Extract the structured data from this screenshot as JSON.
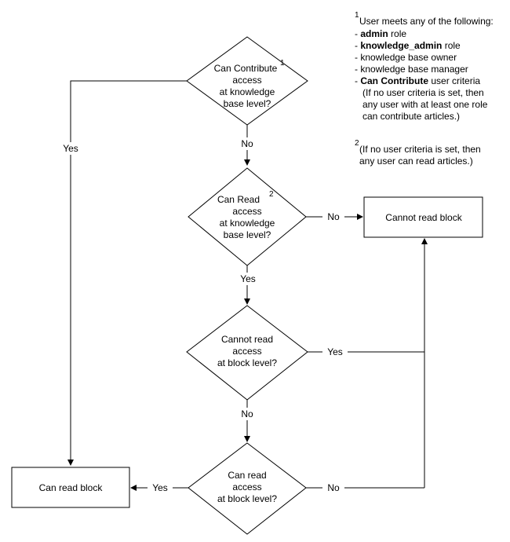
{
  "decisions": {
    "contribute": {
      "lines": [
        "Can Contribute",
        "access",
        "at knowledge",
        "base level?"
      ],
      "sup": "1"
    },
    "read_kb": {
      "lines": [
        "Can Read",
        "access",
        "at knowledge",
        "base level?"
      ],
      "sup": "2"
    },
    "cannot_read_block": {
      "lines": [
        "Cannot read",
        "access",
        "at block level?"
      ]
    },
    "can_read_block_q": {
      "lines": [
        "Can read",
        "access",
        "at block level?"
      ]
    }
  },
  "boxes": {
    "cannot_read": "Cannot read block",
    "can_read": "Can read block"
  },
  "edges": {
    "contribute_yes": "Yes",
    "contribute_no": "No",
    "read_kb_no": "No",
    "read_kb_yes": "Yes",
    "cannot_block_yes": "Yes",
    "cannot_block_no": "No",
    "can_block_yes": "Yes",
    "can_block_no": "No"
  },
  "notes": {
    "note1": {
      "sup": "1",
      "heading": "User meets any of the following:",
      "items": [
        {
          "prefix": "- ",
          "bold": "admin",
          "rest": " role"
        },
        {
          "prefix": "- ",
          "bold": "knowledge_admin",
          "rest": " role"
        },
        {
          "prefix": "- ",
          "bold": "",
          "rest": "knowledge base owner"
        },
        {
          "prefix": "- ",
          "bold": "",
          "rest": "knowledge base manager"
        },
        {
          "prefix": "- ",
          "bold": "Can Contribute",
          "rest": " user criteria"
        }
      ],
      "continuation": [
        "(If no user criteria is set, then",
        "any user with at least one role",
        "can contribute articles.)"
      ]
    },
    "note2": {
      "sup": "2",
      "lines": [
        "(If no user criteria is set, then",
        "any user can read articles.)"
      ]
    }
  }
}
